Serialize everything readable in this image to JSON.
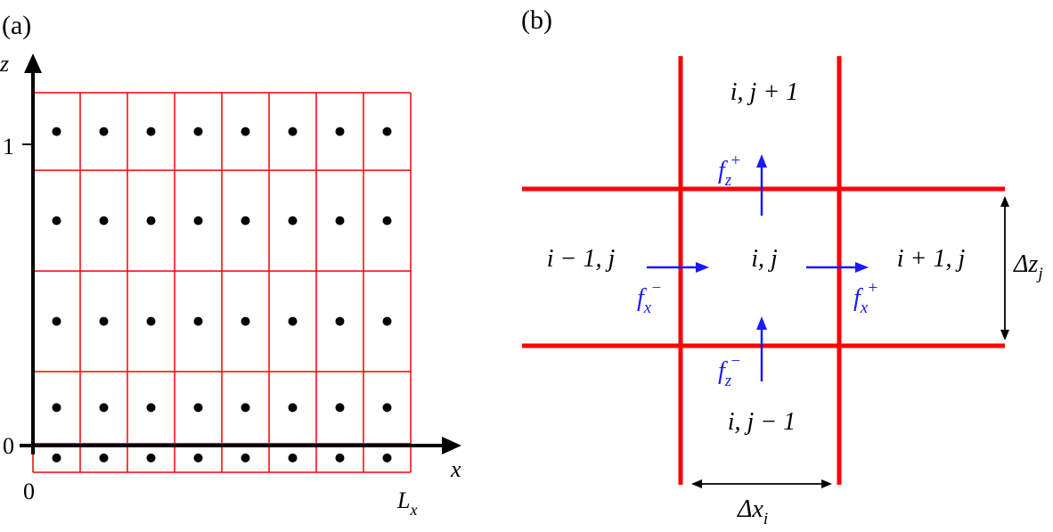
{
  "panel_a": {
    "label": "(a)",
    "x_axis_label": "x",
    "z_axis_label": "z",
    "tick_z0": "0",
    "tick_z1": "1",
    "tick_x0": "0",
    "tick_lx_base": "L",
    "tick_lx_sub": "x",
    "columns": 8,
    "row_heights": [
      1,
      2.5,
      3.5,
      3.5,
      2.7
    ],
    "grid_color": "#ff0000",
    "point_color": "#000000"
  },
  "panel_b": {
    "label": "(b)",
    "cells": {
      "top": "i, j + 1",
      "left": "i − 1, j",
      "center": "i, j",
      "right": "i + 1, j",
      "bottom": "i, j − 1"
    },
    "fluxes": {
      "f_base": "f",
      "fz_plus_sub": "z",
      "fz_plus_sup": "+",
      "fx_minus_sub": "x",
      "fx_minus_sup": "−",
      "fx_plus_sub": "x",
      "fx_plus_sup": "+",
      "fz_minus_sub": "z",
      "fz_minus_sup": "−"
    },
    "dz_base": "Δz",
    "dz_sub": "j",
    "dx_base": "Δx",
    "dx_sub": "i",
    "line_color": "#ff0000",
    "arrow_color": "#1a1aff"
  }
}
